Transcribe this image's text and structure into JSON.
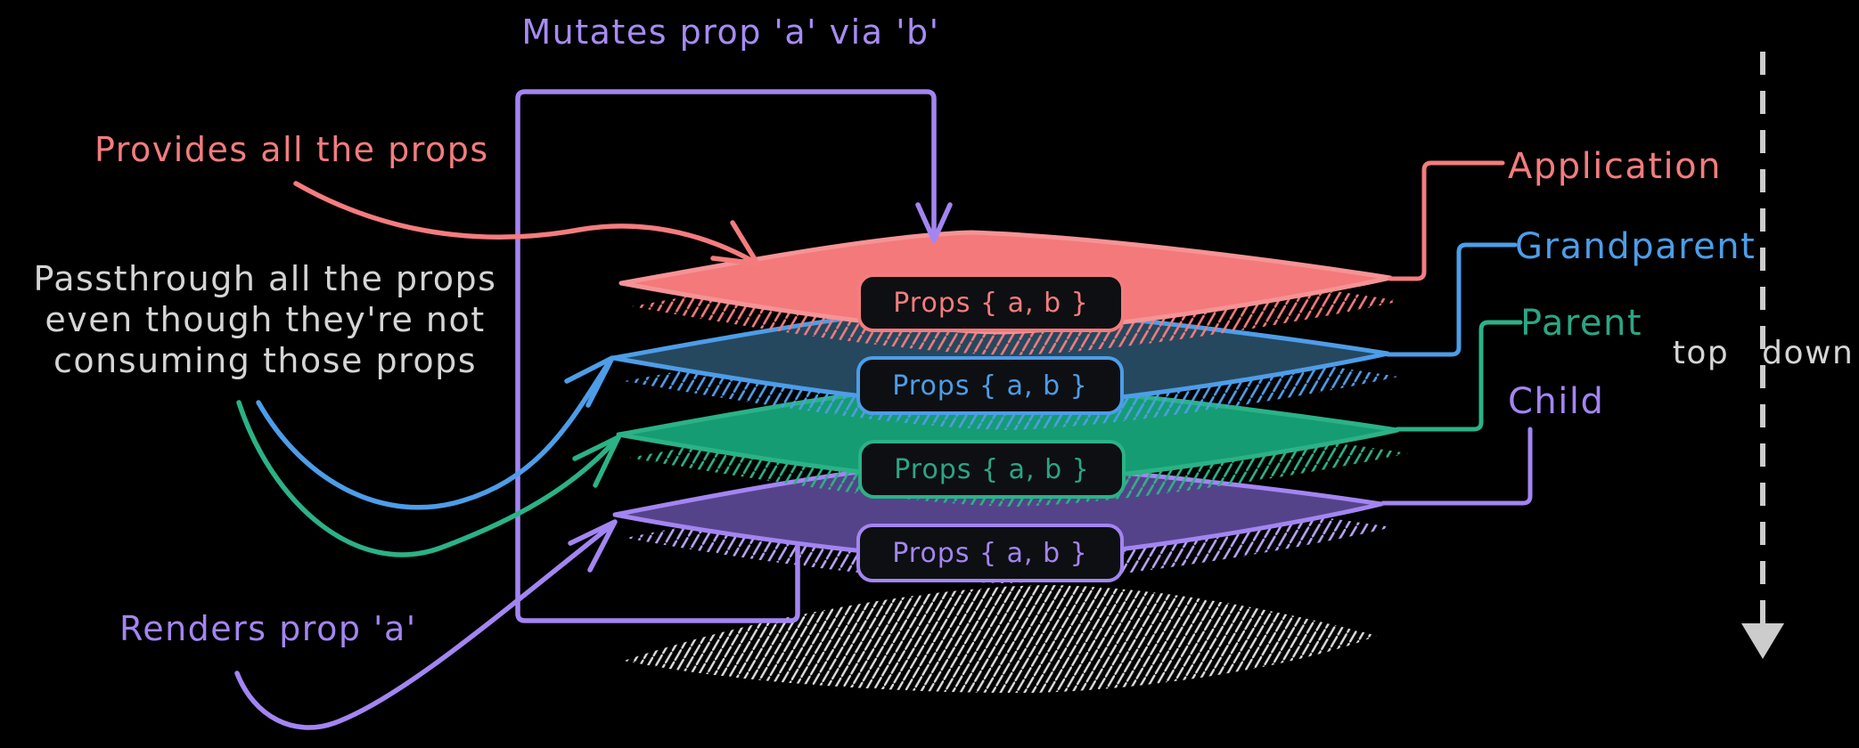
{
  "annotations": {
    "mutates": "Mutates prop 'a' via 'b'",
    "provides": "Provides all the props",
    "passthrough": [
      "Passthrough all the props",
      "even though they're not",
      "consuming those props"
    ],
    "renders": "Renders prop 'a'",
    "direction": "top down"
  },
  "layers": [
    {
      "label": "Application",
      "props": "Props { a, b }",
      "color": "#F47C7E",
      "fill": "#F4797B"
    },
    {
      "label": "Grandparent",
      "props": "Props { a, b }",
      "color": "#4D9DE8",
      "fill": "#25485F"
    },
    {
      "label": "Parent",
      "props": "Props { a, b }",
      "color": "#2BA684",
      "fill": "#159C73"
    },
    {
      "label": "Child",
      "props": "Props { a, b }",
      "color": "#A385F2",
      "fill": "#55438A"
    }
  ],
  "colors": {
    "background": "#000000",
    "muted_text": "#D5D5D5",
    "dashed_arrow": "#CCCCCC",
    "box_fill": "#0E0F12"
  }
}
